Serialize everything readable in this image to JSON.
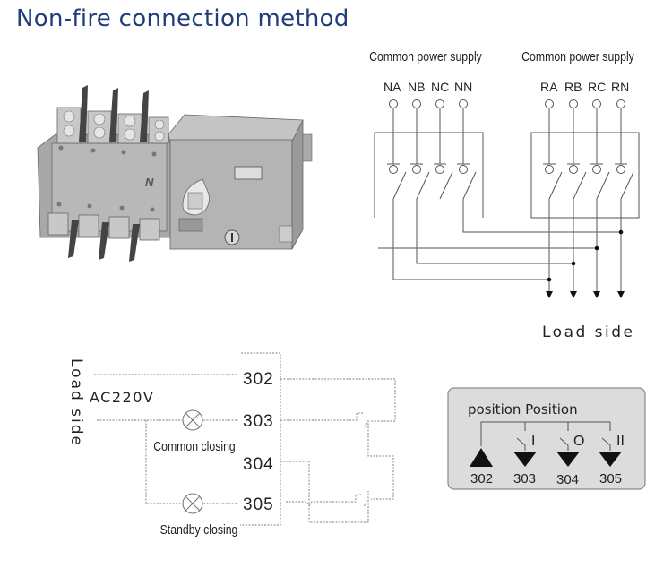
{
  "title": "Non-fire connection method",
  "product_image": {
    "description": "Automatic transfer switch device",
    "marking": "N"
  },
  "power_diagram": {
    "left_supply_label": "Common power supply",
    "right_supply_label": "Common power supply",
    "left_terminals": [
      "NA",
      "NB",
      "NC",
      "NN"
    ],
    "right_terminals": [
      "RA",
      "RB",
      "RC",
      "RN"
    ],
    "load_label": "Load side"
  },
  "control_diagram": {
    "load_side_label": "Load side",
    "voltage_label": "AC220V",
    "terminals": [
      "302",
      "303",
      "304",
      "305"
    ],
    "lamp_common_label": "Common closing",
    "lamp_standby_label": "Standby closing"
  },
  "position_box": {
    "title": "position Position",
    "positions": [
      "I",
      "O",
      "II"
    ],
    "terminals": [
      "302",
      "303",
      "304",
      "305"
    ],
    "colors": {
      "background": "#dcdcdc",
      "border": "#8a8a8a"
    }
  }
}
